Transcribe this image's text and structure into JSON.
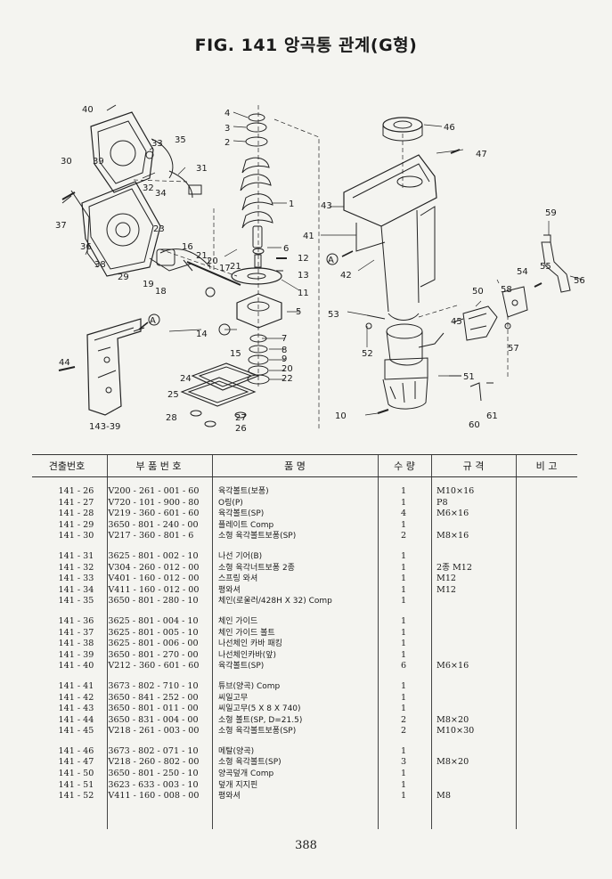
{
  "title": "FIG. 141 앙곡통 관계(G형)",
  "callouts": {
    "c1": "1",
    "c2": "2",
    "c3": "3",
    "c4": "4",
    "c5": "5",
    "c6": "6",
    "c7": "7",
    "c8": "8",
    "c9": "9",
    "c10": "10",
    "c11": "11",
    "c12": "12",
    "c13": "13",
    "c14": "14",
    "c15": "15",
    "c16": "16",
    "c17": "17",
    "c18": "18",
    "c19": "19",
    "c20": "20",
    "c21": "21",
    "c22": "22",
    "c23": "23",
    "c24": "24",
    "c25": "25",
    "c26": "26",
    "c27": "27",
    "c28": "28",
    "c29": "29",
    "c30": "30",
    "c31": "31",
    "c32": "32",
    "c33": "33",
    "c34": "34",
    "c35": "35",
    "c36": "36",
    "c37": "37",
    "c38": "38",
    "c39": "39",
    "c40": "40",
    "c41": "41",
    "c42": "42",
    "c43": "43",
    "c44": "44",
    "c45": "45",
    "c46": "46",
    "c47": "47",
    "c50": "50",
    "c51": "51",
    "c52": "52",
    "c53": "53",
    "c54": "54",
    "c55": "55",
    "c56": "56",
    "c57": "57",
    "c58": "58",
    "c59": "59",
    "c60": "60",
    "c61": "61",
    "c21b": "21",
    "c20b": "20",
    "c14339": "143-39",
    "markerA1": "A",
    "markerA2": "A"
  },
  "table": {
    "headers": [
      "견출번호",
      "부 품 번 호",
      "품 명",
      "수 량",
      "규 격",
      "비 고"
    ],
    "groups": [
      [
        {
          "ref": "141 - 26",
          "part": "V200 - 261 - 001 - 60",
          "name": "육각볼트(보퐁)",
          "qty": "1",
          "spec": "M10×16",
          "note": ""
        },
        {
          "ref": "141 - 27",
          "part": "V720 - 101 - 900 - 80",
          "name": "O링(P)",
          "qty": "1",
          "spec": "P8",
          "note": ""
        },
        {
          "ref": "141 - 28",
          "part": "V219 - 360 - 601 - 60",
          "name": "육각볼트(SP)",
          "qty": "4",
          "spec": "M6×16",
          "note": ""
        },
        {
          "ref": "141 - 29",
          "part": "3650 - 801 - 240 - 00",
          "name": "플레이트 Comp",
          "qty": "1",
          "spec": "",
          "note": ""
        },
        {
          "ref": "141 - 30",
          "part": "V217 - 360 - 801 - 6",
          "name": "소형 육각볼트보퐁(SP)",
          "qty": "2",
          "spec": "M8×16",
          "note": ""
        }
      ],
      [
        {
          "ref": "141 - 31",
          "part": "3625 - 801 - 002 - 10",
          "name": "나선 기어(B)",
          "qty": "1",
          "spec": "",
          "note": ""
        },
        {
          "ref": "141 - 32",
          "part": "V304 - 260 - 012 - 00",
          "name": "소형 육각너트보퐁 2종",
          "qty": "1",
          "spec": "2종 M12",
          "note": ""
        },
        {
          "ref": "141 - 33",
          "part": "V401 - 160 - 012 - 00",
          "name": "스프링 와셔",
          "qty": "1",
          "spec": "M12",
          "note": ""
        },
        {
          "ref": "141 - 34",
          "part": "V411 - 160 - 012 - 00",
          "name": "평와셔",
          "qty": "1",
          "spec": "M12",
          "note": ""
        },
        {
          "ref": "141 - 35",
          "part": "3650 - 801 - 280 - 10",
          "name": "체인(로울러/428H X 32) Comp",
          "qty": "1",
          "spec": "",
          "note": ""
        }
      ],
      [
        {
          "ref": "141 - 36",
          "part": "3625 - 801 - 004 - 10",
          "name": "체인 가이드",
          "qty": "1",
          "spec": "",
          "note": ""
        },
        {
          "ref": "141 - 37",
          "part": "3625 - 801 - 005 - 10",
          "name": "체인 가이드 볼트",
          "qty": "1",
          "spec": "",
          "note": ""
        },
        {
          "ref": "141 - 38",
          "part": "3625 - 801 - 006 - 00",
          "name": "나선체인 카바 패킹",
          "qty": "1",
          "spec": "",
          "note": ""
        },
        {
          "ref": "141 - 39",
          "part": "3650 - 801 - 270 - 00",
          "name": "나선체인카바(앞)",
          "qty": "1",
          "spec": "",
          "note": ""
        },
        {
          "ref": "141 - 40",
          "part": "V212 - 360 - 601 - 60",
          "name": "육각볼트(SP)",
          "qty": "6",
          "spec": "M6×16",
          "note": ""
        }
      ],
      [
        {
          "ref": "141 - 41",
          "part": "3673 - 802 - 710 - 10",
          "name": "튜브(양곡) Comp",
          "qty": "1",
          "spec": "",
          "note": ""
        },
        {
          "ref": "141 - 42",
          "part": "3650 - 841 - 252 - 00",
          "name": "씨일고무",
          "qty": "1",
          "spec": "",
          "note": ""
        },
        {
          "ref": "141 - 43",
          "part": "3650 - 801 - 011 - 00",
          "name": "씨일고무(5 X 8 X 740)",
          "qty": "1",
          "spec": "",
          "note": ""
        },
        {
          "ref": "141 - 44",
          "part": "3650 - 831 - 004 - 00",
          "name": "소형 볼트(SP, D=21.5)",
          "qty": "2",
          "spec": "M8×20",
          "note": ""
        },
        {
          "ref": "141 - 45",
          "part": "V218 - 261 - 003 - 00",
          "name": "소형 육각볼트보퐁(SP)",
          "qty": "2",
          "spec": "M10×30",
          "note": ""
        }
      ],
      [
        {
          "ref": "141 - 46",
          "part": "3673 - 802 - 071 - 10",
          "name": "메탈(양곡)",
          "qty": "1",
          "spec": "",
          "note": ""
        },
        {
          "ref": "141 - 47",
          "part": "V218 - 260 - 802 - 00",
          "name": "소형 육각볼트(SP)",
          "qty": "3",
          "spec": "M8×20",
          "note": ""
        },
        {
          "ref": "141 - 50",
          "part": "3650 - 801 - 250 - 10",
          "name": "양곡덮개 Comp",
          "qty": "1",
          "spec": "",
          "note": ""
        },
        {
          "ref": "141 - 51",
          "part": "3623 - 633 - 003 - 10",
          "name": "덮개 지지핀",
          "qty": "1",
          "spec": "",
          "note": ""
        },
        {
          "ref": "141 - 52",
          "part": "V411 - 160 - 008 - 00",
          "name": "평와셔",
          "qty": "1",
          "spec": "M8",
          "note": ""
        }
      ]
    ]
  },
  "page_number": "388"
}
